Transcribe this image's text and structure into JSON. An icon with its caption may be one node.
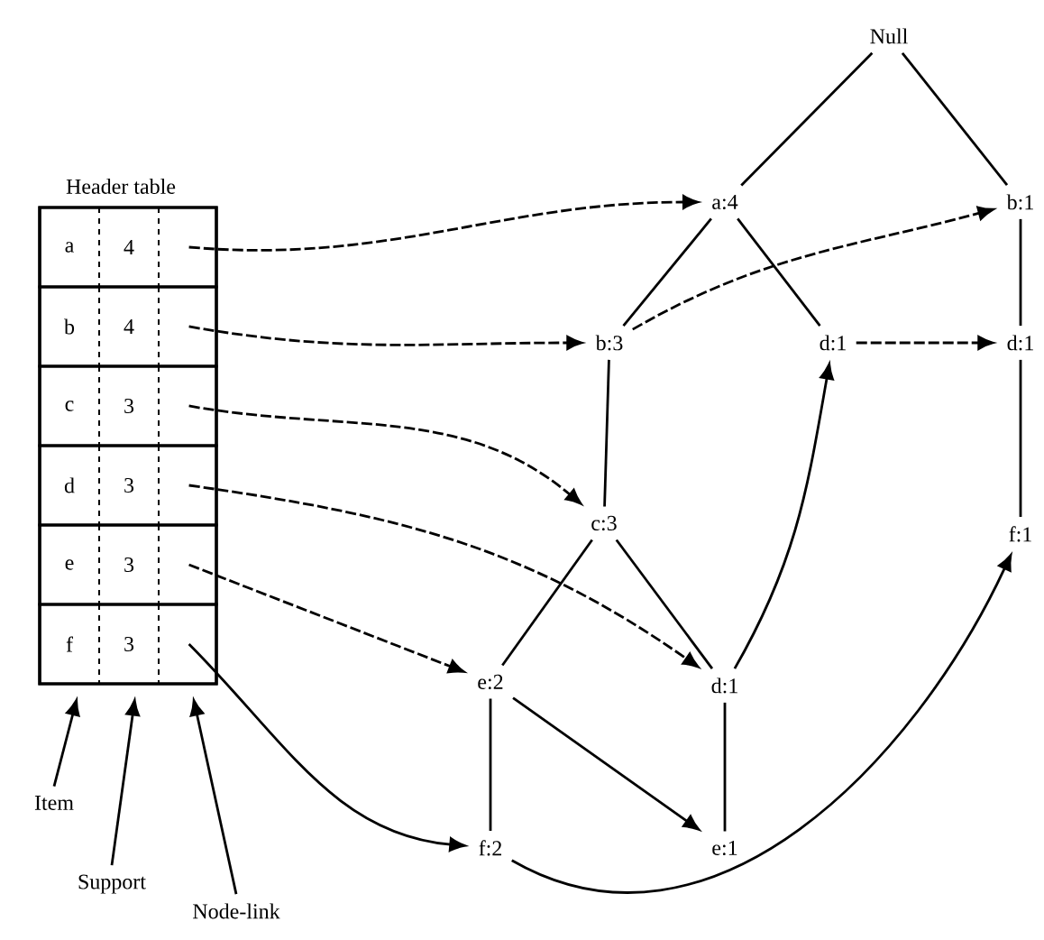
{
  "diagram": {
    "nodes": [
      {
        "text": [
          "Header table"
        ]
      },
      {
        "text": [
          "a",
          "4"
        ],
        "in": 0
      },
      {
        "text": [
          "b",
          "4"
        ],
        "in": 0
      },
      {
        "text": [
          "c",
          "3"
        ],
        "in": 0
      },
      {
        "text": [
          "d",
          "3"
        ],
        "in": 0
      },
      {
        "text": [
          "e",
          "3"
        ],
        "in": 0
      },
      {
        "text": [
          "f",
          "3"
        ],
        "in": 0
      },
      {
        "text": [
          "Null"
        ]
      },
      {
        "text": [
          "a:4"
        ]
      },
      {
        "text": [
          "b:1"
        ]
      },
      {
        "text": [
          "b:3"
        ]
      },
      {
        "text": [
          "d:1"
        ]
      },
      {
        "text": [
          "d:1"
        ]
      },
      {
        "text": [
          "c:3"
        ]
      },
      {
        "text": [
          "f:1"
        ]
      },
      {
        "text": [
          "e:2"
        ]
      },
      {
        "text": [
          "d:1"
        ]
      },
      {
        "text": [
          "f:2"
        ]
      },
      {
        "text": [
          "e:1"
        ]
      },
      {
        "text": [
          "Item"
        ]
      },
      {
        "text": [
          "Support"
        ]
      },
      {
        "text": [
          "Node-link"
        ]
      }
    ],
    "edges": [
      {
        "from": 7,
        "to": 8,
        "arrow": "none"
      },
      {
        "from": 7,
        "to": 9,
        "arrow": "none"
      },
      {
        "from": 8,
        "to": 10,
        "arrow": "none"
      },
      {
        "from": 8,
        "to": 11,
        "arrow": "none"
      },
      {
        "from": 9,
        "to": 12,
        "arrow": "none"
      },
      {
        "from": 12,
        "to": 14,
        "arrow": "none"
      },
      {
        "from": 10,
        "to": 13,
        "arrow": "none"
      },
      {
        "from": 13,
        "to": 15,
        "arrow": "none"
      },
      {
        "from": 13,
        "to": 16,
        "arrow": "none"
      },
      {
        "from": 15,
        "to": 17,
        "arrow": "none"
      },
      {
        "from": 16,
        "to": 18,
        "arrow": "none"
      },
      {
        "from": 1,
        "to": 8,
        "arrow": "to",
        "style": "dashed"
      },
      {
        "from": 2,
        "to": 10,
        "arrow": "to",
        "style": "dashed"
      },
      {
        "from": 10,
        "to": 9,
        "arrow": "to",
        "style": "dashed"
      },
      {
        "from": 3,
        "to": 13,
        "arrow": "to",
        "style": "dashed"
      },
      {
        "from": 4,
        "to": 16,
        "arrow": "to",
        "style": "dashed"
      },
      {
        "from": 11,
        "to": 12,
        "arrow": "to",
        "style": "dashed"
      },
      {
        "from": 5,
        "to": 15,
        "arrow": "to",
        "style": "dashed"
      },
      {
        "from": 15,
        "to": 18,
        "arrow": "to"
      },
      {
        "from": 6,
        "to": 17,
        "arrow": "to"
      },
      {
        "from": 16,
        "to": 11,
        "arrow": "to"
      },
      {
        "from": 17,
        "to": 14,
        "arrow": "to"
      },
      {
        "from": 19,
        "to": 6,
        "arrow": "to"
      },
      {
        "from": 20,
        "to": 6,
        "arrow": "to"
      },
      {
        "from": 21,
        "to": 6,
        "arrow": "to"
      }
    ]
  }
}
